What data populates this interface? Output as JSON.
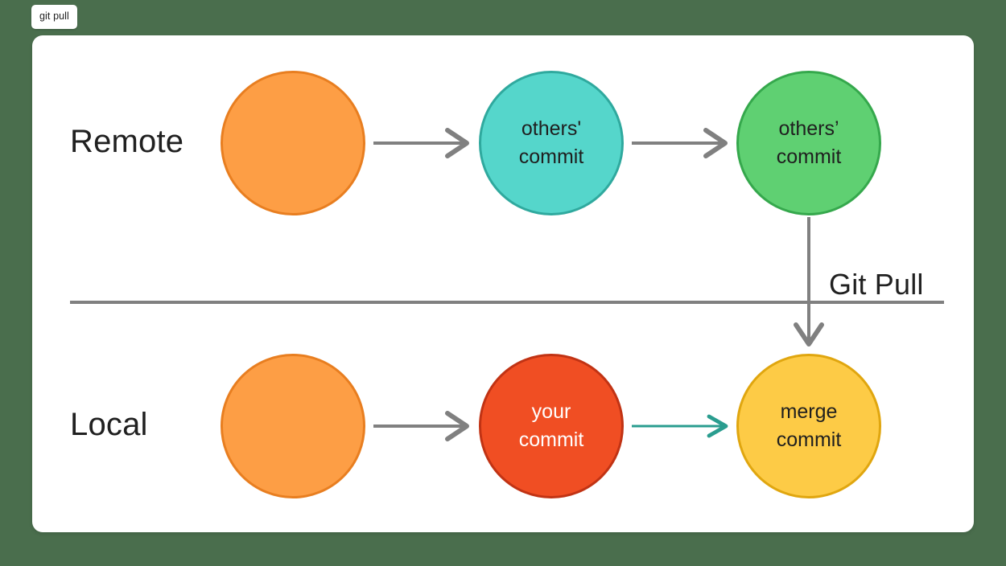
{
  "window": {
    "tab_label": "git pull",
    "background_color": "#4a6e4d",
    "canvas_color": "#ffffff"
  },
  "diagram": {
    "title": "git pull",
    "rows": [
      {
        "key": "remote",
        "label": "Remote"
      },
      {
        "key": "local",
        "label": "Local"
      }
    ],
    "divider": {
      "caption": "Git Pull",
      "line_color": "#808080"
    },
    "nodes": [
      {
        "id": "remote-1",
        "row": "remote",
        "line1": "",
        "line2": "",
        "fill": "#fd9e45",
        "stroke": "#e87e20",
        "text_color": "#1f1f1f"
      },
      {
        "id": "remote-2",
        "row": "remote",
        "line1": "others'",
        "line2": "commit",
        "fill": "#55d6cb",
        "stroke": "#2fa99e",
        "text_color": "#1f1f1f"
      },
      {
        "id": "remote-3",
        "row": "remote",
        "line1": "others’",
        "line2": "commit",
        "fill": "#5fd072",
        "stroke": "#35a84c",
        "text_color": "#1f1f1f"
      },
      {
        "id": "local-1",
        "row": "local",
        "line1": "",
        "line2": "",
        "fill": "#fd9e45",
        "stroke": "#e87e20",
        "text_color": "#1f1f1f"
      },
      {
        "id": "local-2",
        "row": "local",
        "line1": "your",
        "line2": "commit",
        "fill": "#f04e23",
        "stroke": "#c13314",
        "text_color": "#ffffff"
      },
      {
        "id": "local-3",
        "row": "local",
        "line1": "merge",
        "line2": "commit",
        "fill": "#fdcb46",
        "stroke": "#e0a60f",
        "text_color": "#1f1f1f"
      }
    ],
    "arrows": [
      {
        "id": "remote-1-to-2",
        "color": "#808080",
        "direction": "right"
      },
      {
        "id": "remote-2-to-3",
        "color": "#808080",
        "direction": "right"
      },
      {
        "id": "local-1-to-2",
        "color": "#808080",
        "direction": "right"
      },
      {
        "id": "local-2-to-3",
        "color": "#2a9d8f",
        "direction": "right"
      },
      {
        "id": "remote-3-to-local-3",
        "color": "#808080",
        "direction": "down"
      }
    ]
  }
}
